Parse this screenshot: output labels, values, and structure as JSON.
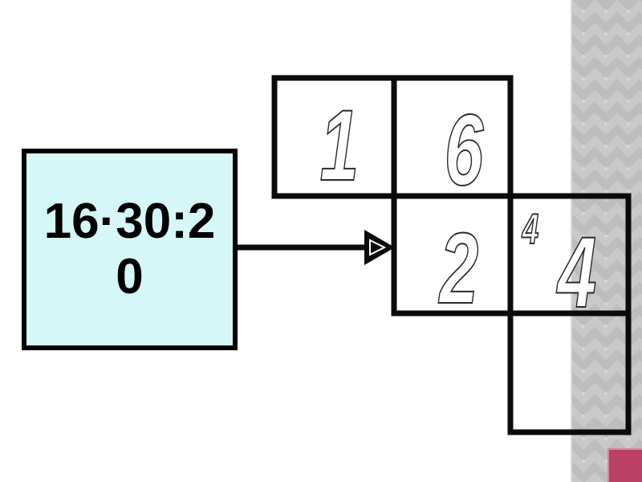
{
  "slide": {
    "kind": "math-presentation-slide",
    "expression_box": {
      "text": "16·30:20"
    },
    "arrow": {
      "direction": "right"
    },
    "net": {
      "description": "grid of squares (net) with outlined digits",
      "cells": [
        {
          "id": "top-left",
          "value": "1"
        },
        {
          "id": "top-right",
          "value": "6"
        },
        {
          "id": "mid-left",
          "value": "2"
        },
        {
          "id": "mid-right",
          "value": "4",
          "superscript": "4"
        },
        {
          "id": "bottom",
          "value": ""
        }
      ]
    },
    "colors": {
      "expression_box_fill": "#d6f7f8",
      "line_black": "#0b0b0b",
      "stripe_base": "#c9c9c9",
      "stripe_diamond": "#bdbdbd",
      "corner_accent": "#bc3f67",
      "digit_fill": "#ffffff",
      "digit_outline": "#2b2b2b"
    }
  }
}
